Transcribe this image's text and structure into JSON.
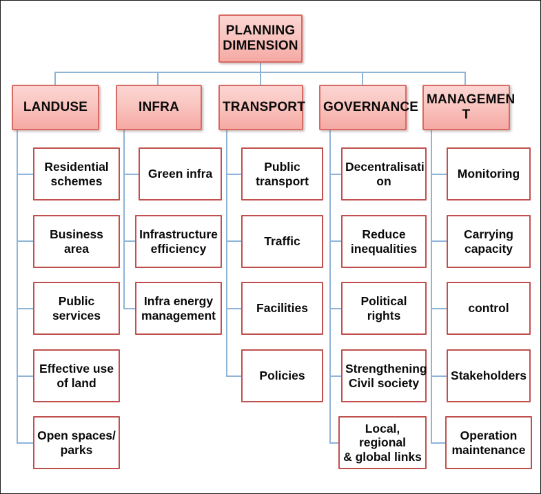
{
  "diagram": {
    "title": "PLANNING DIMENSION",
    "type": "organizational-hierarchy-tree",
    "root": {
      "label": "PLANNING\nDIMENSION"
    },
    "colors": {
      "branch_fill_top": "#fbd5d2",
      "branch_fill_bottom": "#f5a9a3",
      "branch_border": "#d96a63",
      "leaf_fill": "#ffffff",
      "leaf_border": "#c0504d",
      "connector": "#8eb4d8",
      "frame_border": "#1a1a1a",
      "text": "#0a0a0a"
    },
    "branches": [
      {
        "label": "LANDUSE",
        "children": [
          {
            "label": "Residential\nschemes"
          },
          {
            "label": "Business area"
          },
          {
            "label": "Public services"
          },
          {
            "label": "Effective use\nof land"
          },
          {
            "label": "Open spaces/\nparks"
          }
        ]
      },
      {
        "label": "INFRA",
        "children": [
          {
            "label": "Green infra"
          },
          {
            "label": "Infrastructure\nefficiency"
          },
          {
            "label": "Infra energy\nmanagement"
          }
        ]
      },
      {
        "label": "TRANSPORT",
        "children": [
          {
            "label": "Public\ntransport"
          },
          {
            "label": "Traffic"
          },
          {
            "label": "Facilities"
          },
          {
            "label": "Policies"
          }
        ]
      },
      {
        "label": "GOVERNANCE",
        "children": [
          {
            "label": "Decentralisati\non"
          },
          {
            "label": "Reduce\ninequalities"
          },
          {
            "label": "Political rights"
          },
          {
            "label": "Strengthening\nCivil society"
          },
          {
            "label": "Local, regional\n& global links"
          }
        ]
      },
      {
        "label": "MANAGEMEN\nT",
        "children": [
          {
            "label": "Monitoring"
          },
          {
            "label": "Carrying\ncapacity"
          },
          {
            "label": "control"
          },
          {
            "label": "Stakeholders"
          },
          {
            "label": "Operation\nmaintenance"
          }
        ]
      }
    ]
  }
}
